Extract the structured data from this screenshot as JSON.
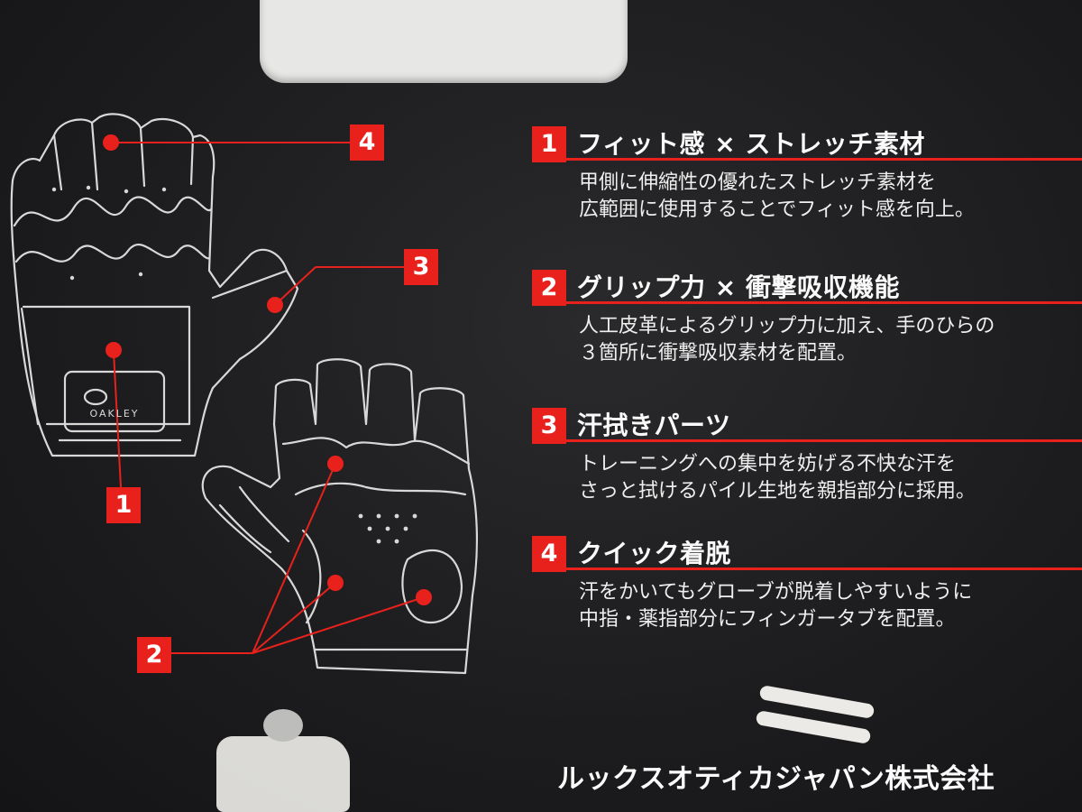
{
  "callouts": [
    {
      "number": "4"
    },
    {
      "number": "3"
    },
    {
      "number": "1"
    },
    {
      "number": "2"
    }
  ],
  "glove_logo": "OAKLEY",
  "sections": [
    {
      "number": "1",
      "title": "フィット感 × ストレッチ素材",
      "body": [
        "甲側に伸縮性の優れたストレッチ素材を",
        "広範囲に使用することでフィット感を向上。"
      ]
    },
    {
      "number": "2",
      "title": "グリップ力 × 衝撃吸収機能",
      "body": [
        "人工皮革によるグリップ力に加え、手のひらの",
        "３箇所に衝撃吸収素材を配置。"
      ]
    },
    {
      "number": "3",
      "title": "汗拭きパーツ",
      "body": [
        "トレーニングへの集中を妨げる不快な汗を",
        "さっと拭けるパイル生地を親指部分に採用。"
      ]
    },
    {
      "number": "4",
      "title": "クイック着脱",
      "body": [
        "汗をかいてもグローブが脱着しやすいように",
        "中指・薬指部分にフィンガータブを配置。"
      ]
    }
  ],
  "company": "ルックスオティカジャパン株式会社",
  "colors": {
    "accent": "#e8211c",
    "background": "#1f1f21",
    "line_art": "#dcdcdc",
    "text": "#f2f2f2"
  }
}
